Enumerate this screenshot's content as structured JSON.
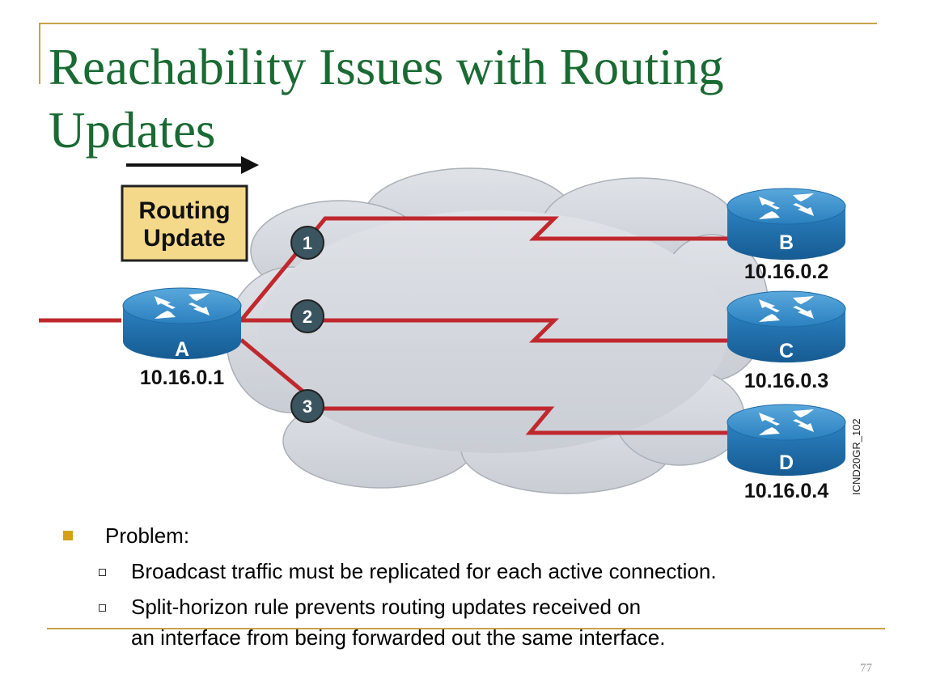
{
  "slide": {
    "title_lines": [
      "Reachability Issues with Routing",
      "Updates"
    ],
    "page_number": "77",
    "colors": {
      "title": "#1a6a33",
      "rule": "#c8a24a",
      "link": "#c0282e",
      "router": "#2d7fb8",
      "cloud": "#d4d8de",
      "callout": "#f5d98b"
    }
  },
  "diagram": {
    "callout_label_lines": [
      "Routing",
      "Update"
    ],
    "watermark": "ICND20GR_102",
    "routers": {
      "a": {
        "letter": "A",
        "ip": "10.16.0.1"
      },
      "b": {
        "letter": "B",
        "ip": "10.16.0.2"
      },
      "c": {
        "letter": "C",
        "ip": "10.16.0.3"
      },
      "d": {
        "letter": "D",
        "ip": "10.16.0.4"
      }
    },
    "circuits": [
      "1",
      "2",
      "3"
    ]
  },
  "bullets": {
    "heading": "Problem:",
    "items": [
      {
        "lines": [
          "Broadcast traffic must be replicated for each active connection."
        ]
      },
      {
        "lines": [
          "Split-horizon rule prevents routing updates received on",
          "an interface from being forwarded out the same interface."
        ]
      }
    ]
  }
}
